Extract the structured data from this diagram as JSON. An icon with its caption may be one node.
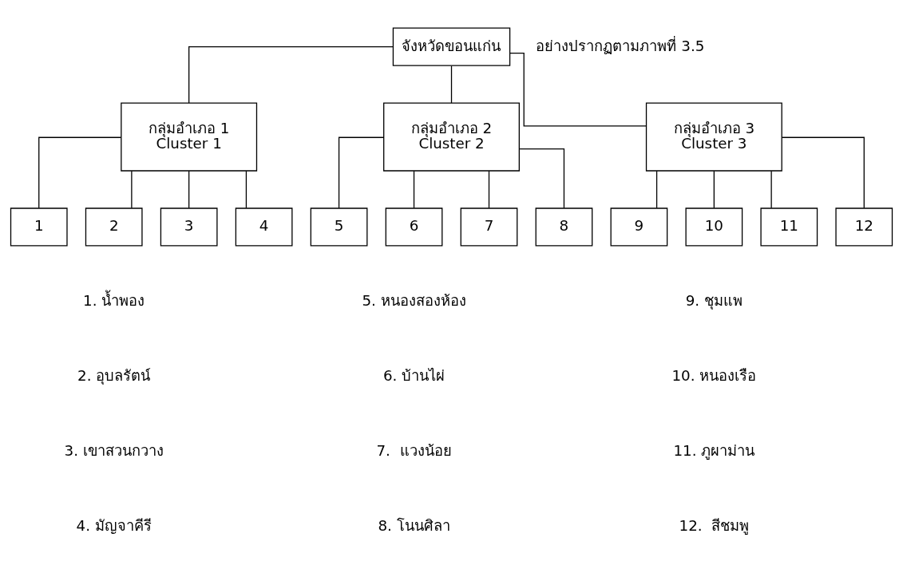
{
  "diagram": {
    "nodes": [
      {
        "text": [
          "จังหวัดขอนแก่น"
        ]
      },
      {
        "text": [
          "กลุ่มอำเภอ 1",
          "Cluster 1"
        ]
      },
      {
        "text": [
          "กลุ่มอำเภอ 2",
          "Cluster 2"
        ]
      },
      {
        "text": [
          "กลุ่มอำเภอ 3",
          "Cluster 3"
        ]
      },
      {
        "text": [
          "1"
        ]
      },
      {
        "text": [
          "2"
        ]
      },
      {
        "text": [
          "3"
        ]
      },
      {
        "text": [
          "4"
        ]
      },
      {
        "text": [
          "5"
        ]
      },
      {
        "text": [
          "6"
        ]
      },
      {
        "text": [
          "7"
        ]
      },
      {
        "text": [
          "8"
        ]
      },
      {
        "text": [
          "9"
        ]
      },
      {
        "text": [
          "10"
        ]
      },
      {
        "text": [
          "11"
        ]
      },
      {
        "text": [
          "12"
        ]
      }
    ],
    "edges": [
      {
        "from": 0,
        "to": 1,
        "arrow": "none"
      },
      {
        "from": 0,
        "to": 2,
        "arrow": "none"
      },
      {
        "from": 0,
        "to": 3,
        "arrow": "none"
      },
      {
        "from": 1,
        "to": 4,
        "arrow": "none"
      },
      {
        "from": 1,
        "to": 5,
        "arrow": "none"
      },
      {
        "from": 1,
        "to": 6,
        "arrow": "none"
      },
      {
        "from": 1,
        "to": 7,
        "arrow": "none"
      },
      {
        "from": 2,
        "to": 8,
        "arrow": "none"
      },
      {
        "from": 2,
        "to": 9,
        "arrow": "none"
      },
      {
        "from": 2,
        "to": 10,
        "arrow": "none"
      },
      {
        "from": 2,
        "to": 11,
        "arrow": "none"
      },
      {
        "from": 3,
        "to": 12,
        "arrow": "none"
      },
      {
        "from": 3,
        "to": 13,
        "arrow": "none"
      },
      {
        "from": 3,
        "to": 14,
        "arrow": "none"
      },
      {
        "from": 3,
        "to": 15,
        "arrow": "none"
      }
    ],
    "labels": [
      "อย่างปรากฏตามภาพที่ 3.5",
      "1. น้ำพอง",
      "5. หนองสองห้อง",
      "9. ชุมแพ",
      "2. อุบลรัตน์",
      "6. บ้านไผ่",
      "10. หนองเรือ",
      "3. เขาสวนกวาง",
      "7.  แวงน้อย",
      "11. ภูผาม่าน",
      "4. มัญจาคีรี",
      "8. โนนศิลา",
      "12.  สีชมพู"
    ]
  }
}
